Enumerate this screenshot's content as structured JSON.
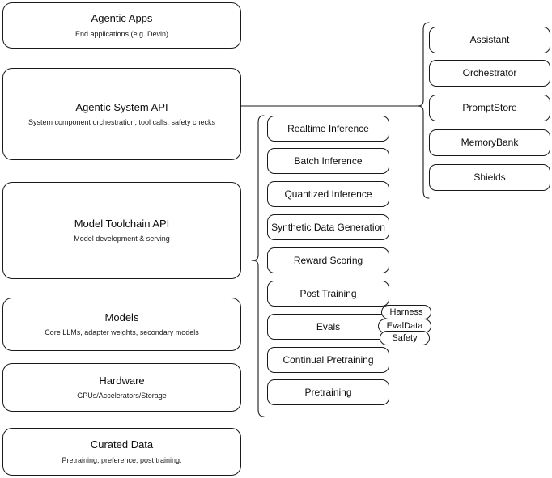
{
  "diagram": {
    "title": "Agentic stack layered architecture",
    "stroke_color": "#1a1a1a",
    "background_color": "#ffffff"
  },
  "layers": [
    {
      "name": "agentic-apps",
      "title": "Agentic Apps",
      "subtitle": "End applications (e.g. Devin)"
    },
    {
      "name": "agentic-system-api",
      "title": "Agentic System API",
      "subtitle": "System component orchestration, tool calls, safety checks"
    },
    {
      "name": "model-toolchain-api",
      "title": "Model Toolchain API",
      "subtitle": "Model development & serving"
    },
    {
      "name": "models",
      "title": "Models",
      "subtitle": "Core LLMs, adapter weights, secondary models"
    },
    {
      "name": "hardware",
      "title": "Hardware",
      "subtitle": "GPUs/Accelerators/Storage"
    },
    {
      "name": "curated-data",
      "title": "Curated Data",
      "subtitle": "Pretraining, preference, post training."
    }
  ],
  "toolchain_capabilities": [
    {
      "name": "realtime-inference",
      "title": "Realtime Inference"
    },
    {
      "name": "batch-inference",
      "title": "Batch Inference"
    },
    {
      "name": "quantized-inference",
      "title": "Quantized Inference"
    },
    {
      "name": "synthetic-data-generation",
      "title": "Synthetic Data Generation"
    },
    {
      "name": "reward-scoring",
      "title": "Reward Scoring"
    },
    {
      "name": "post-training",
      "title": "Post Training"
    },
    {
      "name": "evals",
      "title": "Evals"
    },
    {
      "name": "continual-pretraining",
      "title": "Continual Pretraining"
    },
    {
      "name": "pretraining",
      "title": "Pretraining"
    }
  ],
  "evals_subcomponents": [
    {
      "name": "harness",
      "title": "Harness"
    },
    {
      "name": "evaldata",
      "title": "EvalData"
    },
    {
      "name": "safety",
      "title": "Safety"
    }
  ],
  "system_components": [
    {
      "name": "assistant",
      "title": "Assistant"
    },
    {
      "name": "orchestrator",
      "title": "Orchestrator"
    },
    {
      "name": "promptstore",
      "title": "PromptStore"
    },
    {
      "name": "memorybank",
      "title": "MemoryBank"
    },
    {
      "name": "shields",
      "title": "Shields"
    }
  ]
}
